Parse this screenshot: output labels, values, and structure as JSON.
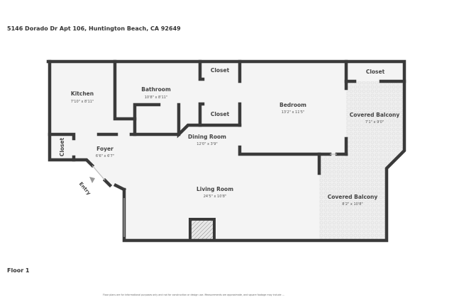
{
  "address": "5146 Dorado Dr Apt 106, Huntington Beach, CA 92649",
  "floor_label": "Floor 1",
  "disclaimer": "Floor plans are for informational purposes only and not for construction or design use. Measurements are approximate, and square footage may include ...",
  "entry_label": "Entry",
  "rooms": {
    "kitchen": {
      "name": "Kitchen",
      "dims": "7'10\" x 8'11\""
    },
    "bathroom": {
      "name": "Bathroom",
      "dims": "10'8\" x 8'11\""
    },
    "closet_top": {
      "name": "Closet"
    },
    "closet_mid": {
      "name": "Closet"
    },
    "closet_foyer": {
      "name": "Closet"
    },
    "closet_right": {
      "name": "Closet"
    },
    "bedroom": {
      "name": "Bedroom",
      "dims": "13'2\" x 11'5\""
    },
    "balcony_upper": {
      "name": "Covered Balcony",
      "dims": "7'1\" x 9'0\""
    },
    "foyer": {
      "name": "Foyer",
      "dims": "6'6\" x 6'7\""
    },
    "dining": {
      "name": "Dining Room",
      "dims": "12'0\" x 3'9\""
    },
    "living": {
      "name": "Living Room",
      "dims": "24'5\" x 10'8\""
    },
    "balcony_lower": {
      "name": "Covered Balcony",
      "dims": "8'2\" x 10'8\""
    }
  },
  "colors": {
    "wall": "#3a3a3a",
    "floor": "#f4f4f4",
    "balcony": "#ececec"
  }
}
